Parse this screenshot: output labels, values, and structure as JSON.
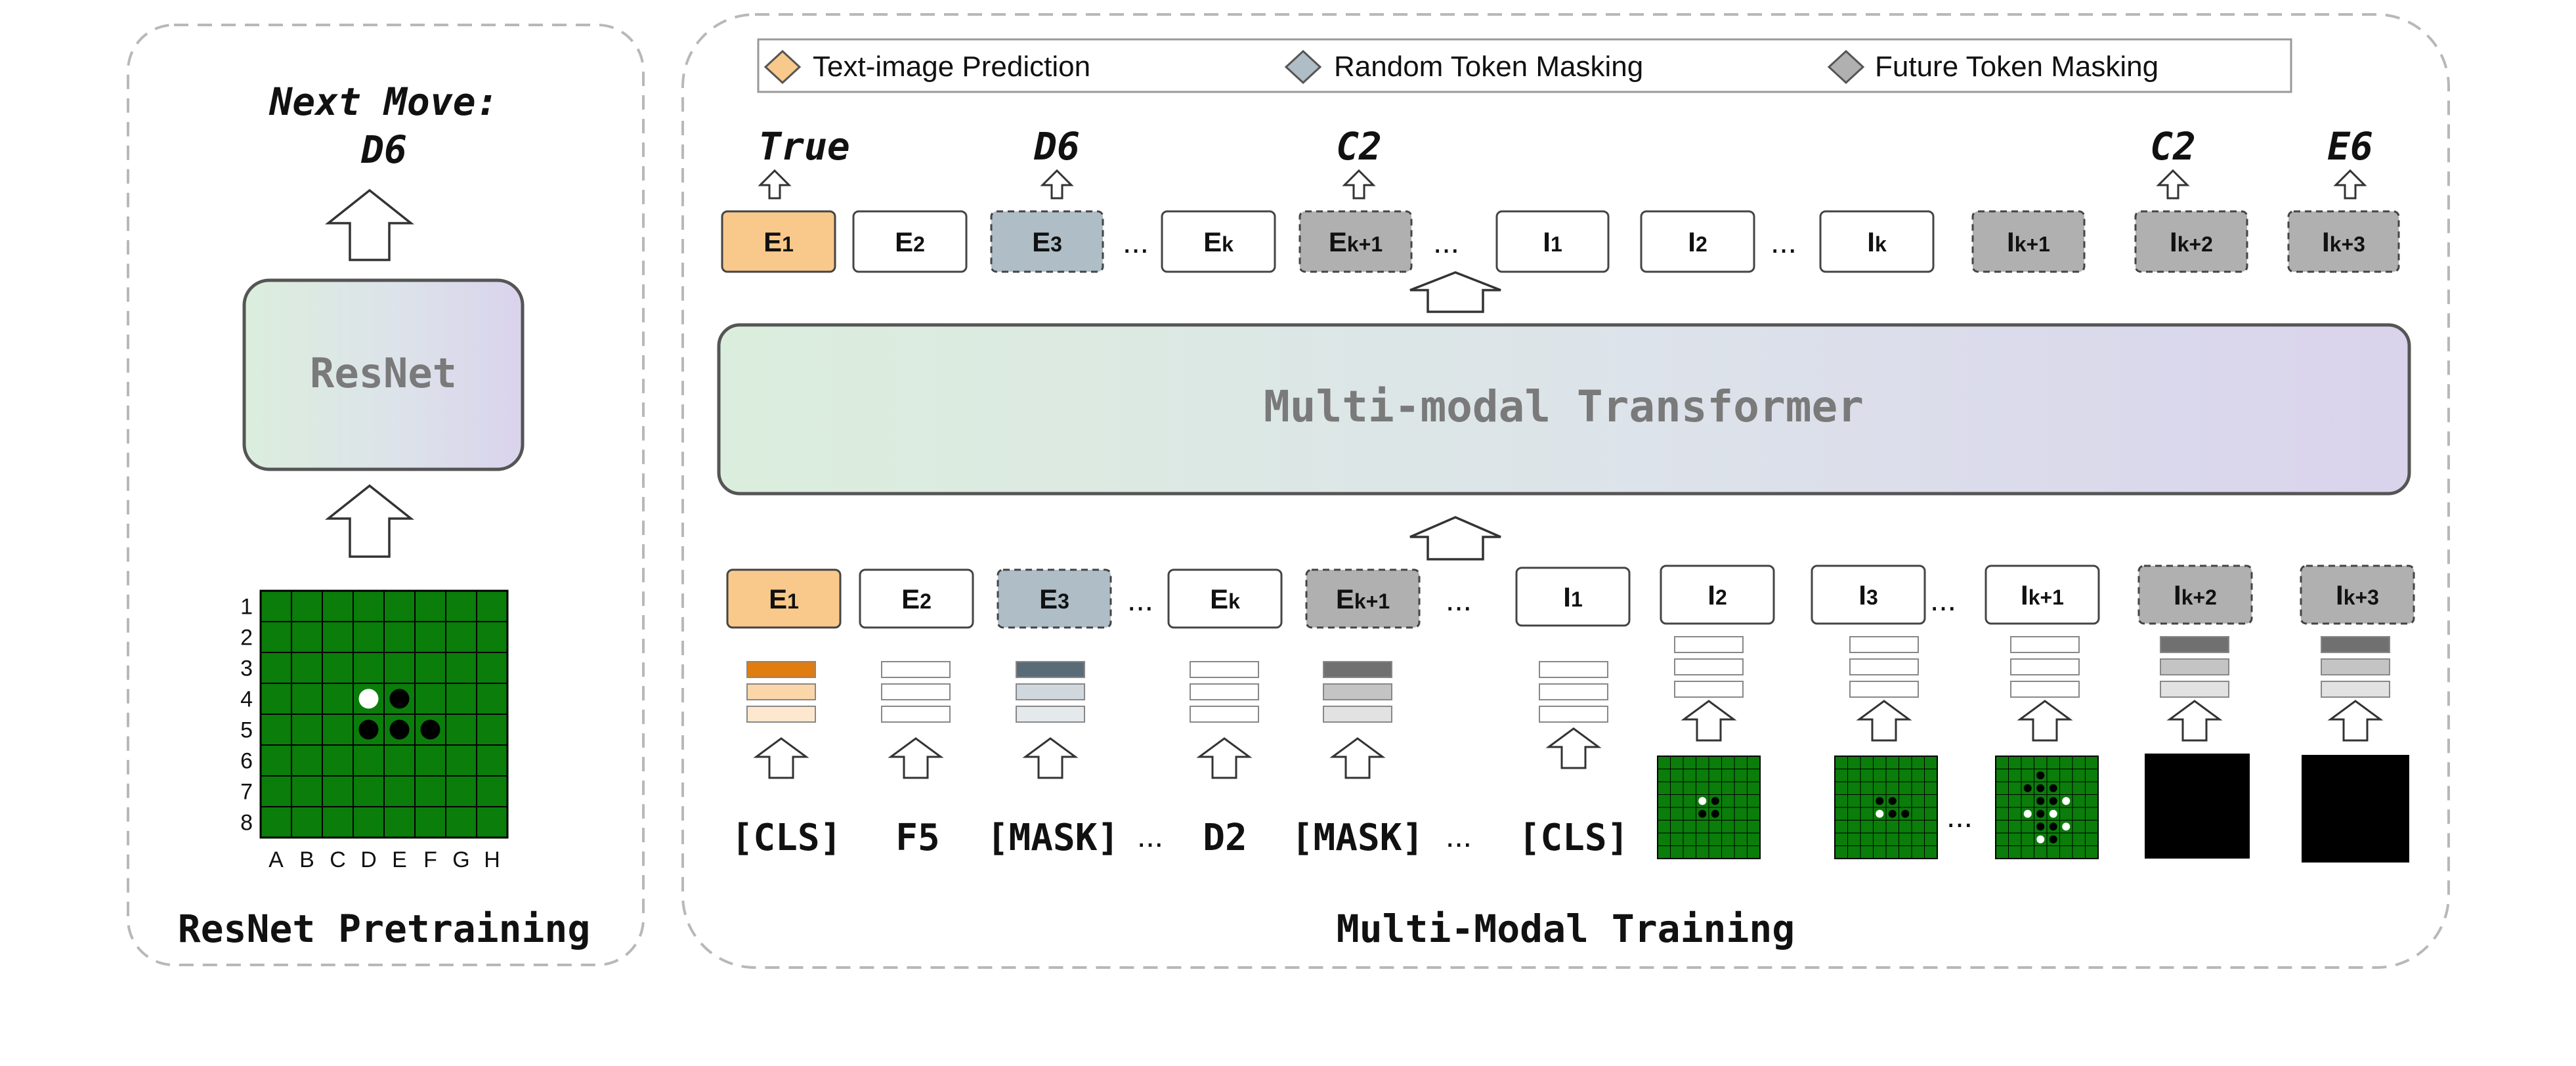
{
  "colors": {
    "orange": "#f8c98a",
    "blue_gray": "#aebdc6",
    "dark_gray": "#b0b0b0",
    "board_green": "#0a7d0a",
    "panel_border": "#b8b8b8"
  },
  "legend": {
    "items": [
      {
        "label": "Text-image Prediction",
        "icon": "orange-diamond"
      },
      {
        "label": "Random Token Masking",
        "icon": "gray-diamond"
      },
      {
        "label": "Future Token Masking",
        "icon": "dark-gray-diamond"
      }
    ]
  },
  "left_panel": {
    "next_move_label": "Next Move:",
    "next_move_value": "D6",
    "resnet_label": "ResNet",
    "caption": "ResNet Pretraining",
    "board": {
      "row_labels": [
        "1",
        "2",
        "3",
        "4",
        "5",
        "6",
        "7",
        "8"
      ],
      "col_labels": [
        "A",
        "B",
        "C",
        "D",
        "E",
        "F",
        "G",
        "H"
      ],
      "white_stones": [
        "D4"
      ],
      "black_stones": [
        "E4",
        "D5",
        "E5",
        "F5"
      ]
    }
  },
  "right_panel": {
    "transformer_label": "Multi-modal Transformer",
    "caption": "Multi-Modal Training",
    "outputs": [
      "True",
      "D6",
      "C2",
      "C2",
      "E6"
    ],
    "top_tokens": [
      {
        "base": "E",
        "sub": "1"
      },
      {
        "base": "E",
        "sub": "2"
      },
      {
        "base": "E",
        "sub": "3"
      },
      {
        "base": "E",
        "sub": "k"
      },
      {
        "base": "E",
        "sub": "k+1"
      },
      {
        "base": "I",
        "sub": "1"
      },
      {
        "base": "I",
        "sub": "2"
      },
      {
        "base": "I",
        "sub": "k"
      },
      {
        "base": "I",
        "sub": "k+1"
      },
      {
        "base": "I",
        "sub": "k+2"
      },
      {
        "base": "I",
        "sub": "k+3"
      }
    ],
    "bottom_tokens": [
      {
        "base": "E",
        "sub": "1"
      },
      {
        "base": "E",
        "sub": "2"
      },
      {
        "base": "E",
        "sub": "3"
      },
      {
        "base": "E",
        "sub": "k"
      },
      {
        "base": "E",
        "sub": "k+1"
      },
      {
        "base": "I",
        "sub": "1"
      },
      {
        "base": "I",
        "sub": "2"
      },
      {
        "base": "I",
        "sub": "3"
      },
      {
        "base": "I",
        "sub": "k+1"
      },
      {
        "base": "I",
        "sub": "k+2"
      },
      {
        "base": "I",
        "sub": "k+3"
      }
    ],
    "inputs": [
      "[CLS]",
      "F5",
      "[MASK]",
      "D2",
      "[MASK]",
      "[CLS]"
    ],
    "ellipsis": "..."
  }
}
